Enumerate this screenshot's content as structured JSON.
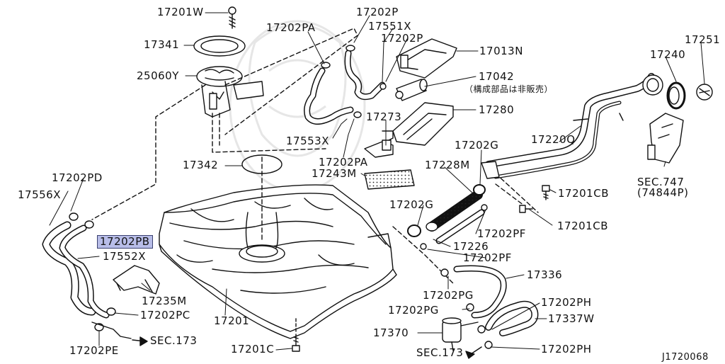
{
  "diagram": {
    "code": "J1720068",
    "labels": {
      "p17201W": "17201W",
      "p17341": "17341",
      "p25060Y": "25060Y",
      "p17202PA_a": "17202PA",
      "p17202P_a": "17202P",
      "p17551X": "17551X",
      "p17202P_b": "17202P",
      "p17013N": "17013N",
      "p17042": "17042",
      "p17042_note": "（構成部品は非販売）",
      "p17240": "17240",
      "p17251": "17251",
      "p17280": "17280",
      "p17553X": "17553X",
      "p17273": "17273",
      "p17202PA_b": "17202PA",
      "p17220Q": "17220Q",
      "p17342": "17342",
      "p17243M": "17243M",
      "p17202G_a": "17202G",
      "p17228M": "17228M",
      "p17202PD": "17202PD",
      "p17556X": "17556X",
      "p17201CB_a": "17201CB",
      "p17201CB_b": "17201CB",
      "sec747": "SEC.747",
      "sec747_ref": "(74844P)",
      "p17202G_b": "17202G",
      "p17202PB": "17202PB",
      "p17552X": "17552X",
      "p17202PF_a": "17202PF",
      "p17226": "17226",
      "p17202PF_b": "17202PF",
      "p17336": "17336",
      "p17235M": "17235M",
      "p17202PG_a": "17202PG",
      "p17202PH_a": "17202PH",
      "p17202PC": "17202PC",
      "p17201": "17201",
      "p17202PG_b": "17202PG",
      "p17337W": "17337W",
      "p17370": "17370",
      "p17202PE": "17202PE",
      "sec173_a": "SEC.173",
      "p17201C": "17201C",
      "sec173_b": "SEC.173",
      "p17202PH_b": "17202PH"
    }
  }
}
